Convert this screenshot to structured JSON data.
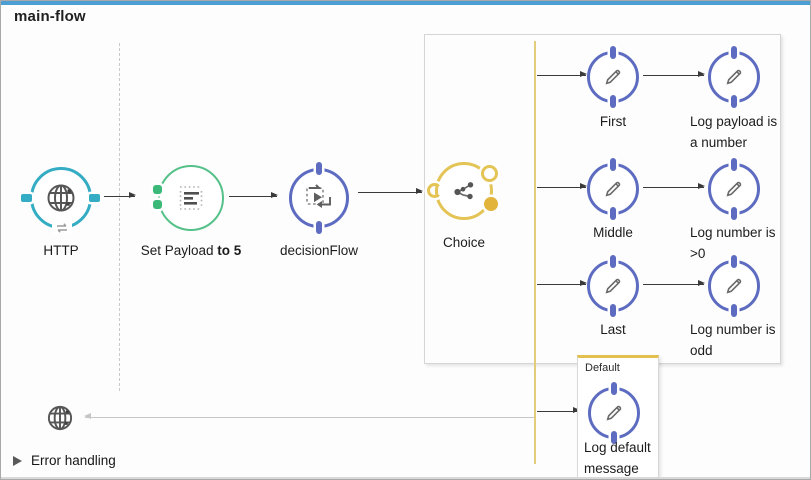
{
  "title": "main-flow",
  "nodes": {
    "http": {
      "label": "HTTP",
      "type": "http-listener",
      "color": "#34acc3"
    },
    "set_payload": {
      "label": "Set Payload",
      "label_bold": "to 5",
      "type": "set-payload",
      "color": "#55c189"
    },
    "decision_flow": {
      "label": "decisionFlow",
      "type": "flow-reference",
      "color": "#5d6cc0"
    },
    "choice": {
      "label": "Choice",
      "type": "choice-router",
      "color": "#e4c455"
    }
  },
  "choice_routes": [
    {
      "name": "First",
      "logger": "Log payload is a number"
    },
    {
      "name": "Middle",
      "logger": "Log number is >0"
    },
    {
      "name": "Last",
      "logger": "Log number is odd"
    }
  ],
  "default_route": {
    "label": "Default",
    "logger": "Log default message"
  },
  "error_handling": {
    "label": "Error handling",
    "collapsed": true
  },
  "icons": {
    "http": "globe-icon",
    "http_sub": "sync-arrows-icon",
    "set_payload": "list-icon",
    "decision_flow": "flow-reference-icon",
    "choice": "branch-icon",
    "logger": "pencil-icon",
    "response_end": "globe-icon",
    "error_handling_toggle": "triangle-right-icon"
  },
  "colors": {
    "accent_top_bar": "#4d9ed2",
    "router_line": "#e2cd7c",
    "arrow": "#3a3a3a",
    "return_line": "#c6c6c6",
    "scope_border": "#d5d5d5",
    "default_top_border": "#e3c14e"
  }
}
